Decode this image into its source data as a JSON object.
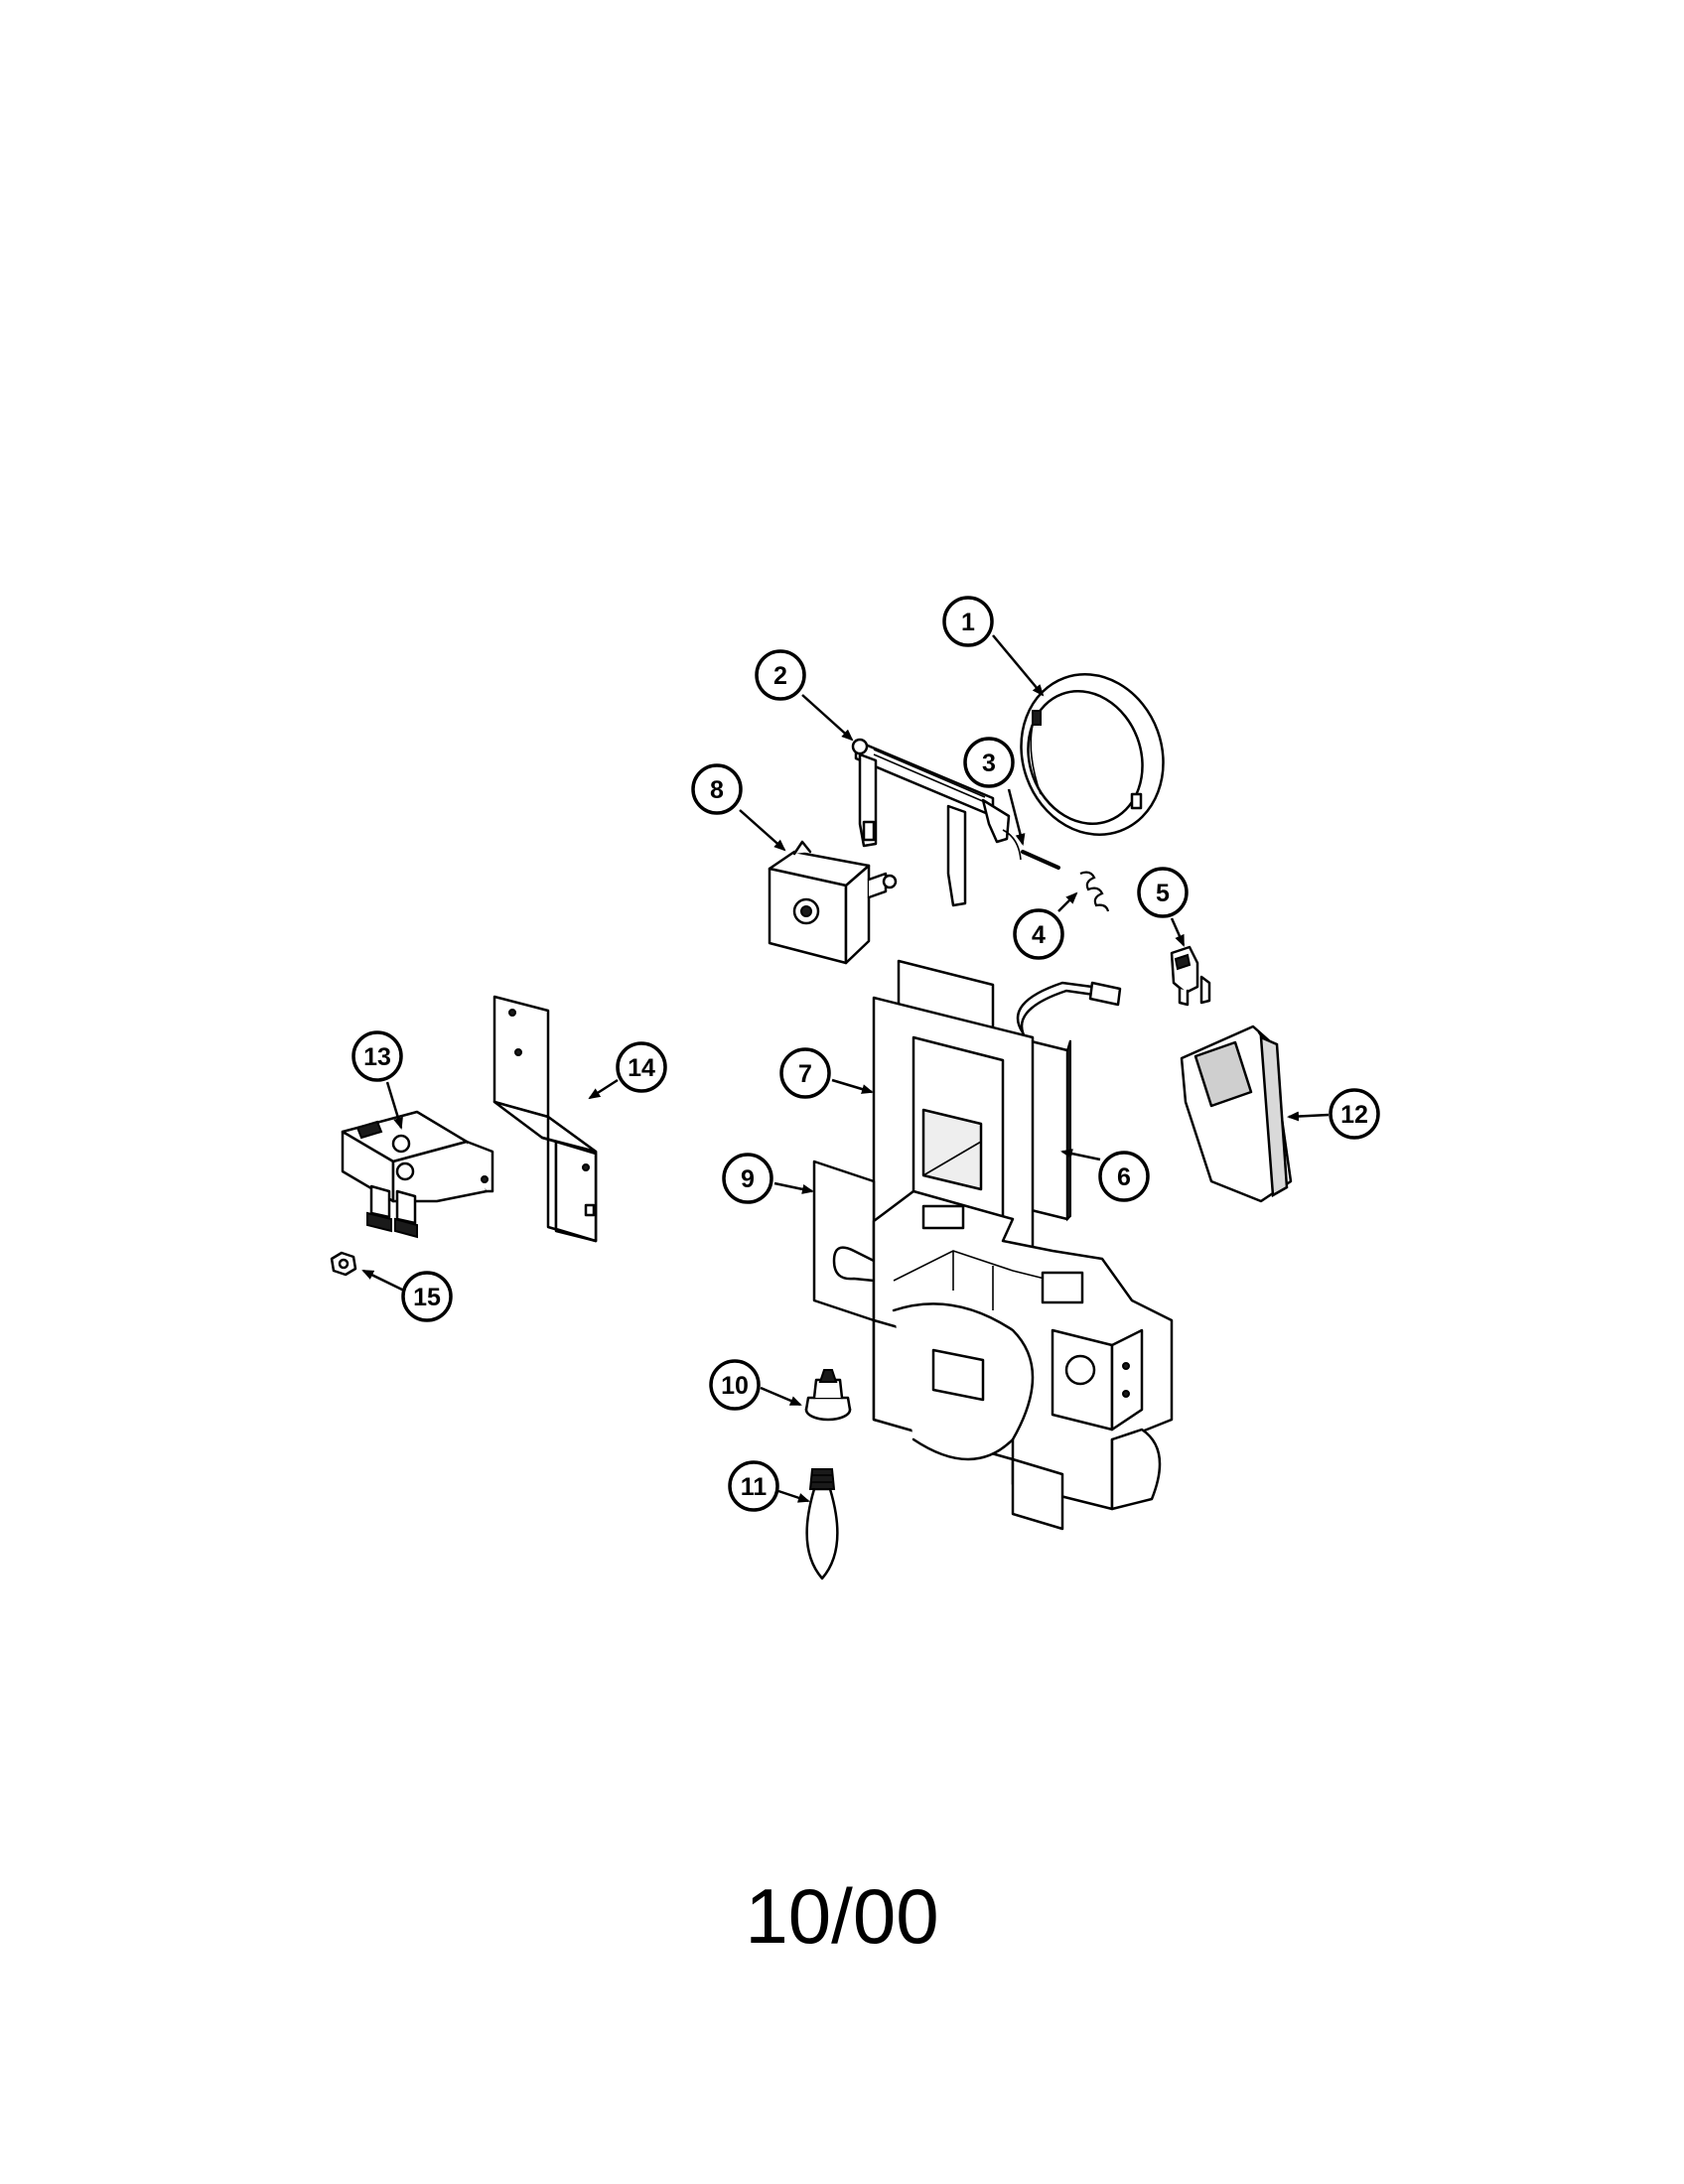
{
  "diagram": {
    "callouts": [
      {
        "id": "callout-1",
        "label": "1"
      },
      {
        "id": "callout-2",
        "label": "2"
      },
      {
        "id": "callout-3",
        "label": "3"
      },
      {
        "id": "callout-4",
        "label": "4"
      },
      {
        "id": "callout-5",
        "label": "5"
      },
      {
        "id": "callout-6",
        "label": "6"
      },
      {
        "id": "callout-7",
        "label": "7"
      },
      {
        "id": "callout-8",
        "label": "8"
      },
      {
        "id": "callout-9",
        "label": "9"
      },
      {
        "id": "callout-10",
        "label": "10"
      },
      {
        "id": "callout-11",
        "label": "11"
      },
      {
        "id": "callout-12",
        "label": "12"
      },
      {
        "id": "callout-13",
        "label": "13"
      },
      {
        "id": "callout-14",
        "label": "14"
      },
      {
        "id": "callout-15",
        "label": "15"
      }
    ]
  },
  "footer": {
    "date_code": "10/00"
  }
}
